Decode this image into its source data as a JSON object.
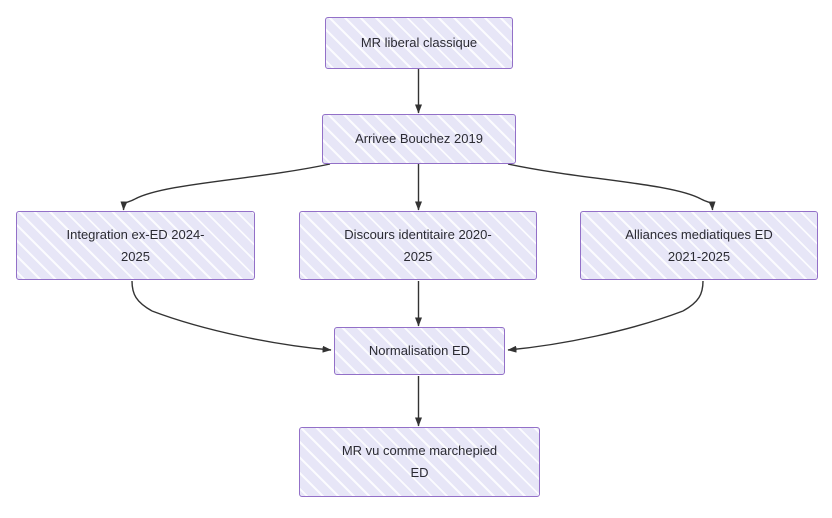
{
  "diagram": {
    "type": "flowchart",
    "direction": "top-down",
    "background_color": "#ffffff",
    "node_fill_color": "#e7e6f7",
    "node_border_color": "#9370c8",
    "node_text_color": "#2b2b33",
    "edge_color": "#333333",
    "nodes": [
      {
        "id": "mr-liberal",
        "label": "MR liberal classique"
      },
      {
        "id": "arrivee",
        "label": "Arrivee Bouchez 2019"
      },
      {
        "id": "integration",
        "label": "Integration ex-ED 2024-\n2025"
      },
      {
        "id": "discours",
        "label": "Discours identitaire 2020-\n2025"
      },
      {
        "id": "alliances",
        "label": "Alliances mediatiques ED\n2021-2025"
      },
      {
        "id": "normalisation",
        "label": "Normalisation ED"
      },
      {
        "id": "marchepied",
        "label": "MR vu comme marchepied\nED"
      }
    ],
    "edges": [
      {
        "from": "mr-liberal",
        "to": "arrivee",
        "label": ""
      },
      {
        "from": "arrivee",
        "to": "integration",
        "label": ""
      },
      {
        "from": "arrivee",
        "to": "discours",
        "label": ""
      },
      {
        "from": "arrivee",
        "to": "alliances",
        "label": ""
      },
      {
        "from": "integration",
        "to": "normalisation",
        "label": ""
      },
      {
        "from": "discours",
        "to": "normalisation",
        "label": ""
      },
      {
        "from": "alliances",
        "to": "normalisation",
        "label": ""
      },
      {
        "from": "normalisation",
        "to": "marchepied",
        "label": ""
      }
    ]
  }
}
